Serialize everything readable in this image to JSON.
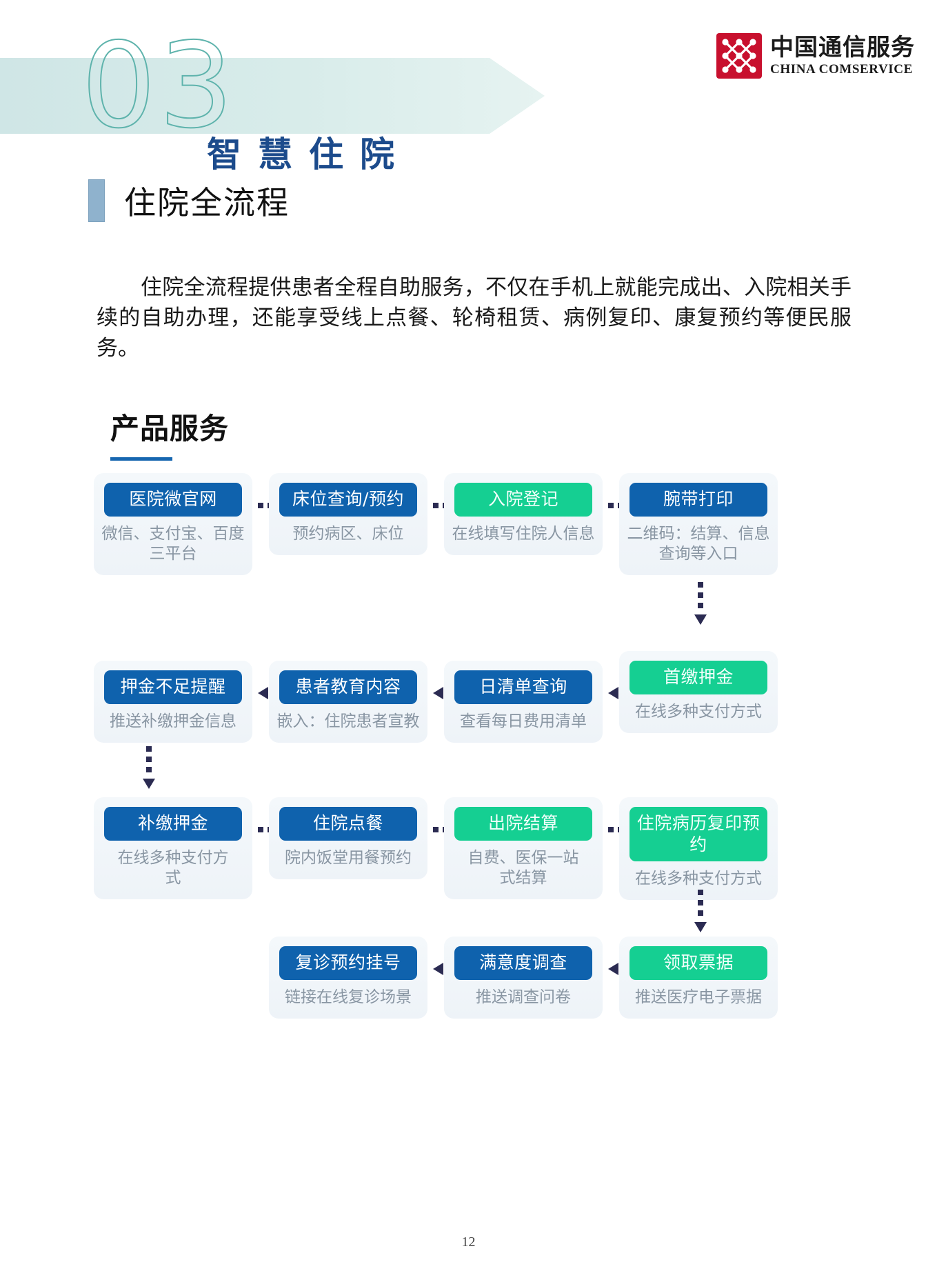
{
  "header": {
    "section_number": "03",
    "section_title": "智慧住院",
    "logo_cn": "中国通信服务",
    "logo_en": "CHINA COMSERVICE",
    "logo_color": "#c8102e"
  },
  "section": {
    "title": "住院全流程",
    "accent_bar_color": "#8fb2cd",
    "paragraph": "住院全流程提供患者全程自助服务，不仅在手机上就能完成出、入院相关手续的自助办理，还能享受线上点餐、轮椅租赁、病例复印、康复预约等便民服务。"
  },
  "product_services": {
    "heading": "产品服务",
    "rule_color": "#1666b0"
  },
  "flow": {
    "colors": {
      "blue": "#0f62ad",
      "green": "#15cf92",
      "caption": "#8996a3",
      "arrow": "#2b2b52"
    },
    "nodes": [
      {
        "id": "n1",
        "label": "医院微官网",
        "caption": "微信、支付宝、百度三平台",
        "color": "blue"
      },
      {
        "id": "n2",
        "label": "床位查询/预约",
        "caption": "预约病区、床位",
        "color": "blue"
      },
      {
        "id": "n3",
        "label": "入院登记",
        "caption": "在线填写住院人信息",
        "color": "green"
      },
      {
        "id": "n4",
        "label": "腕带打印",
        "caption": "二维码：结算、信息查询等入口",
        "color": "blue"
      },
      {
        "id": "n5",
        "label": "押金不足提醒",
        "caption": "推送补缴押金信息",
        "color": "blue"
      },
      {
        "id": "n6",
        "label": "患者教育内容",
        "caption": "嵌入：住院患者宣教",
        "color": "blue"
      },
      {
        "id": "n7",
        "label": "日清单查询",
        "caption": "查看每日费用清单",
        "color": "blue"
      },
      {
        "id": "n8",
        "label": "首缴押金",
        "caption": "在线多种支付方式",
        "color": "green"
      },
      {
        "id": "n9",
        "label": "补缴押金",
        "caption": "在线多种支付方式",
        "color": "blue"
      },
      {
        "id": "n10",
        "label": "住院点餐",
        "caption": "院内饭堂用餐预约",
        "color": "blue"
      },
      {
        "id": "n11",
        "label": "出院结算",
        "caption": "自费、医保一站式结算",
        "color": "green"
      },
      {
        "id": "n12",
        "label": "住院病历复印预约",
        "caption": "在线多种支付方式",
        "color": "green"
      },
      {
        "id": "n13",
        "label": "复诊预约挂号",
        "caption": "链接在线复诊场景",
        "color": "blue"
      },
      {
        "id": "n14",
        "label": "满意度调查",
        "caption": "推送调查问卷",
        "color": "blue"
      },
      {
        "id": "n15",
        "label": "领取票据",
        "caption": "推送医疗电子票据",
        "color": "green"
      }
    ]
  },
  "footer": {
    "page_number": "12"
  }
}
